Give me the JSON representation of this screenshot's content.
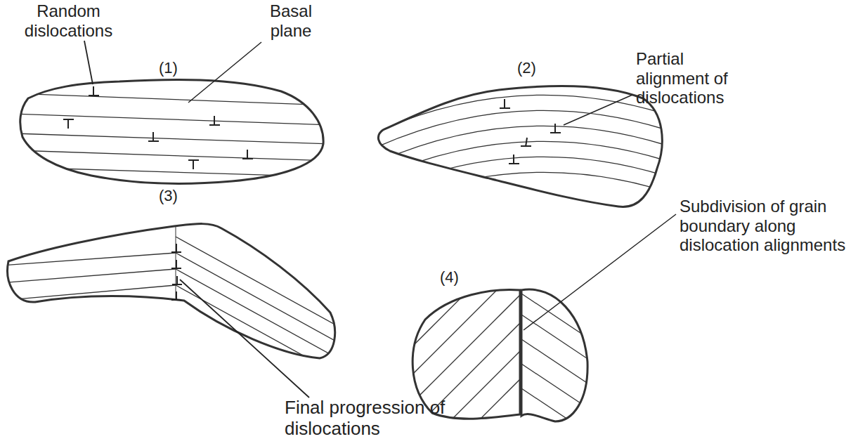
{
  "diagram": {
    "labels": [
      "Random dislocations",
      "Basal plane",
      "(1)",
      "(2)",
      "Partial alignment of dislocations",
      "(3)",
      "(4)",
      "Subdivision of grain boundary along dislocation alignments",
      "Final progression of dislocations"
    ]
  }
}
